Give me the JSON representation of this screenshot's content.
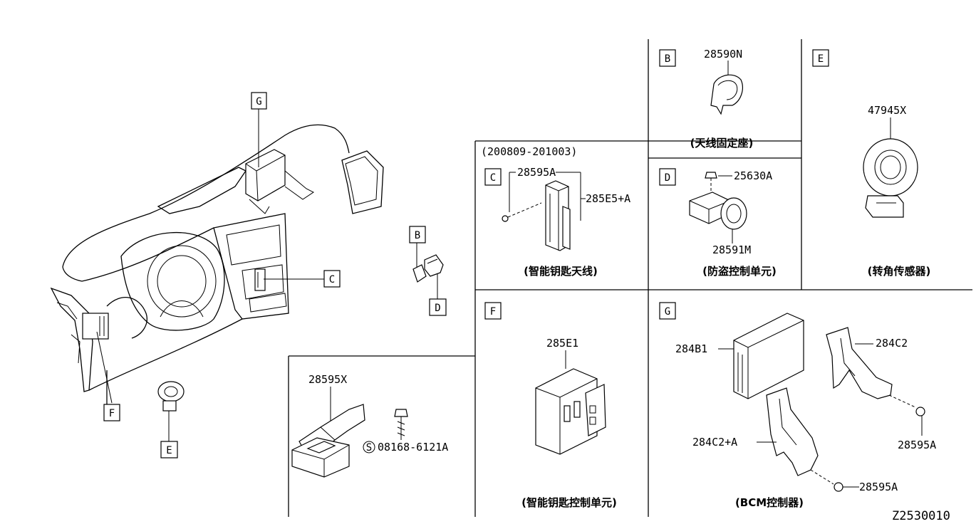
{
  "diagram_code": "Z2530010",
  "main_callouts": {
    "g": "G",
    "c": "C",
    "b": "B",
    "d": "D",
    "f": "F",
    "e": "E"
  },
  "panel_b": {
    "tag": "B",
    "part": "28590N",
    "caption": "(天线固定座)"
  },
  "panel_e": {
    "tag": "E",
    "part": "47945X",
    "caption": "(转角传感器)"
  },
  "panel_c": {
    "date_range": "(200809-201003)",
    "tag": "C",
    "part_bracket": "28595A",
    "part_antenna": "285E5+A",
    "caption": "(智能钥匙天线)"
  },
  "panel_d": {
    "tag": "D",
    "part_bolt": "25630A",
    "part_unit": "28591M",
    "caption": "(防盗控制单元)"
  },
  "panel_f": {
    "tag": "F",
    "part": "285E1",
    "caption": "(智能钥匙控制单元)"
  },
  "panel_g": {
    "tag": "G",
    "part_bcm": "284B1",
    "part_bracket_upper": "284C2",
    "part_bracket_lower": "284C2+A",
    "part_clip_upper": "28595A",
    "part_clip_lower": "28595A",
    "caption": "(BCM控制器)"
  },
  "panel_lower_left": {
    "part_bracket": "28595X",
    "bolt_symbol": "S",
    "part_bolt": "08168-6121A"
  }
}
